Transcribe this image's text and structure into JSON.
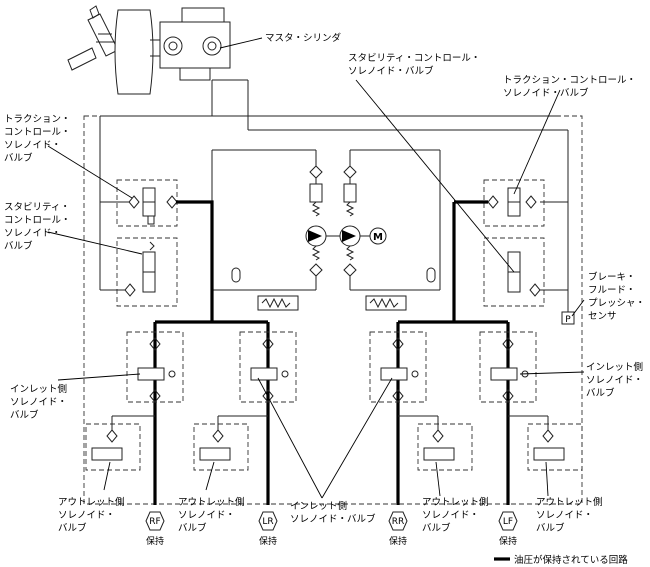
{
  "labels": {
    "master_cylinder": "マスタ・シリンダ",
    "stability_top_right": [
      "スタビリティ・コントロール・",
      "ソレノイド・バルブ"
    ],
    "traction_top_right": [
      "トラクション・コントロール・",
      "ソレノイド・バルブ"
    ],
    "traction_left": [
      "トラクション・",
      "コントロール・",
      "ソレノイド・",
      "バルブ"
    ],
    "stability_left": [
      "スタビリティ・",
      "コントロール・",
      "ソレノイド・",
      "バルブ"
    ],
    "pressure_sensor": [
      "ブレーキ・",
      "フルード・",
      "プレッシャ・",
      "センサ"
    ],
    "inlet_left": [
      "インレット側",
      "ソレノイド・",
      "バルブ"
    ],
    "inlet_right": [
      "インレット側",
      "ソレノイド・",
      "バルブ"
    ],
    "outlet_1": [
      "アウトレット側",
      "ソレノイド・",
      "バルブ"
    ],
    "outlet_2": [
      "アウトレット側",
      "ソレノイド・",
      "バルブ"
    ],
    "inlet_bottom": [
      "インレット側",
      "ソレノイド・バルブ"
    ],
    "outlet_3": [
      "アウトレット側",
      "ソレノイド・",
      "バルブ"
    ],
    "outlet_4": [
      "アウトレット側",
      "ソレノイド・",
      "バルブ"
    ],
    "sensor_symbol": "P",
    "motor_symbol": "M",
    "legend": "油圧が保持されている回路"
  },
  "wheels": [
    {
      "code": "RF",
      "state": "保持"
    },
    {
      "code": "LR",
      "state": "保持"
    },
    {
      "code": "RR",
      "state": "保持"
    },
    {
      "code": "LF",
      "state": "保持"
    }
  ]
}
